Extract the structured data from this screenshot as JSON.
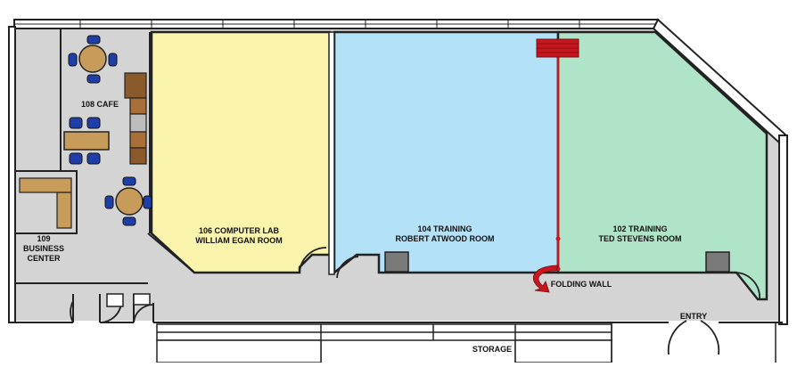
{
  "rooms": {
    "cafe": {
      "number": "108",
      "name": "CAFE"
    },
    "business": {
      "line1": "109",
      "line2": "BUSINESS",
      "line3": "CENTER"
    },
    "computer_lab": {
      "line1": "106 COMPUTER LAB",
      "line2": "WILLIAM EGAN ROOM"
    },
    "training_104": {
      "line1": "104 TRAINING",
      "line2": "ROBERT ATWOOD ROOM"
    },
    "training_102": {
      "line1": "102 TRAINING",
      "line2": "TED STEVENS ROOM"
    }
  },
  "labels": {
    "folding_wall": "FOLDING WALL",
    "entry": "ENTRY",
    "storage": "STORAGE",
    "cafe_full": "108 CAFE"
  },
  "colors": {
    "wall": "#222222",
    "corridor": "#d4d4d4",
    "computer_lab": "#fbf4ad",
    "training_104": "#b3e1f7",
    "training_102": "#b0e4c8",
    "folding_wall": "#c8161e",
    "chair": "#1f3fa8",
    "table": "#c79c5a",
    "equipment": "#7a7a7a"
  }
}
